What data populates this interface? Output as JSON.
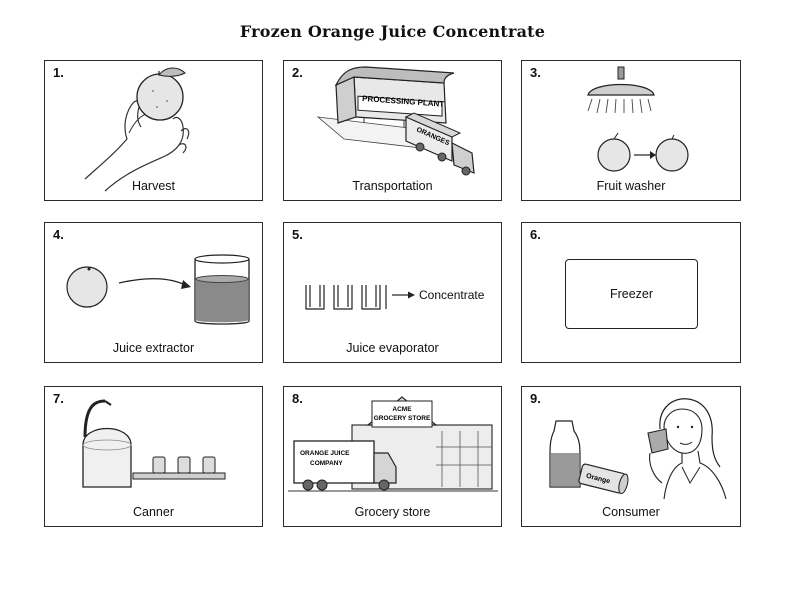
{
  "title": "Frozen Orange Juice Concentrate",
  "steps": [
    {
      "number": "1.",
      "caption": "Harvest"
    },
    {
      "number": "2.",
      "caption": "Transportation"
    },
    {
      "number": "3.",
      "caption": "Fruit washer"
    },
    {
      "number": "4.",
      "caption": "Juice extractor"
    },
    {
      "number": "5.",
      "caption": "Juice evaporator"
    },
    {
      "number": "6.",
      "caption": ""
    },
    {
      "number": "7.",
      "caption": "Canner"
    },
    {
      "number": "8.",
      "caption": "Grocery store"
    },
    {
      "number": "9.",
      "caption": "Consumer"
    }
  ],
  "illustration_text": {
    "processing_plant_sign": "PROCESSING PLANT",
    "truck_side_text": "ORANGES",
    "concentrate_label": "Concentrate",
    "freezer_label": "Freezer",
    "store_sign_line1": "ACME",
    "store_sign_line2": "GROCERY STORE",
    "truck_company_line1": "ORANGE JUICE",
    "truck_company_line2": "COMPANY",
    "can_label": "Orange"
  }
}
